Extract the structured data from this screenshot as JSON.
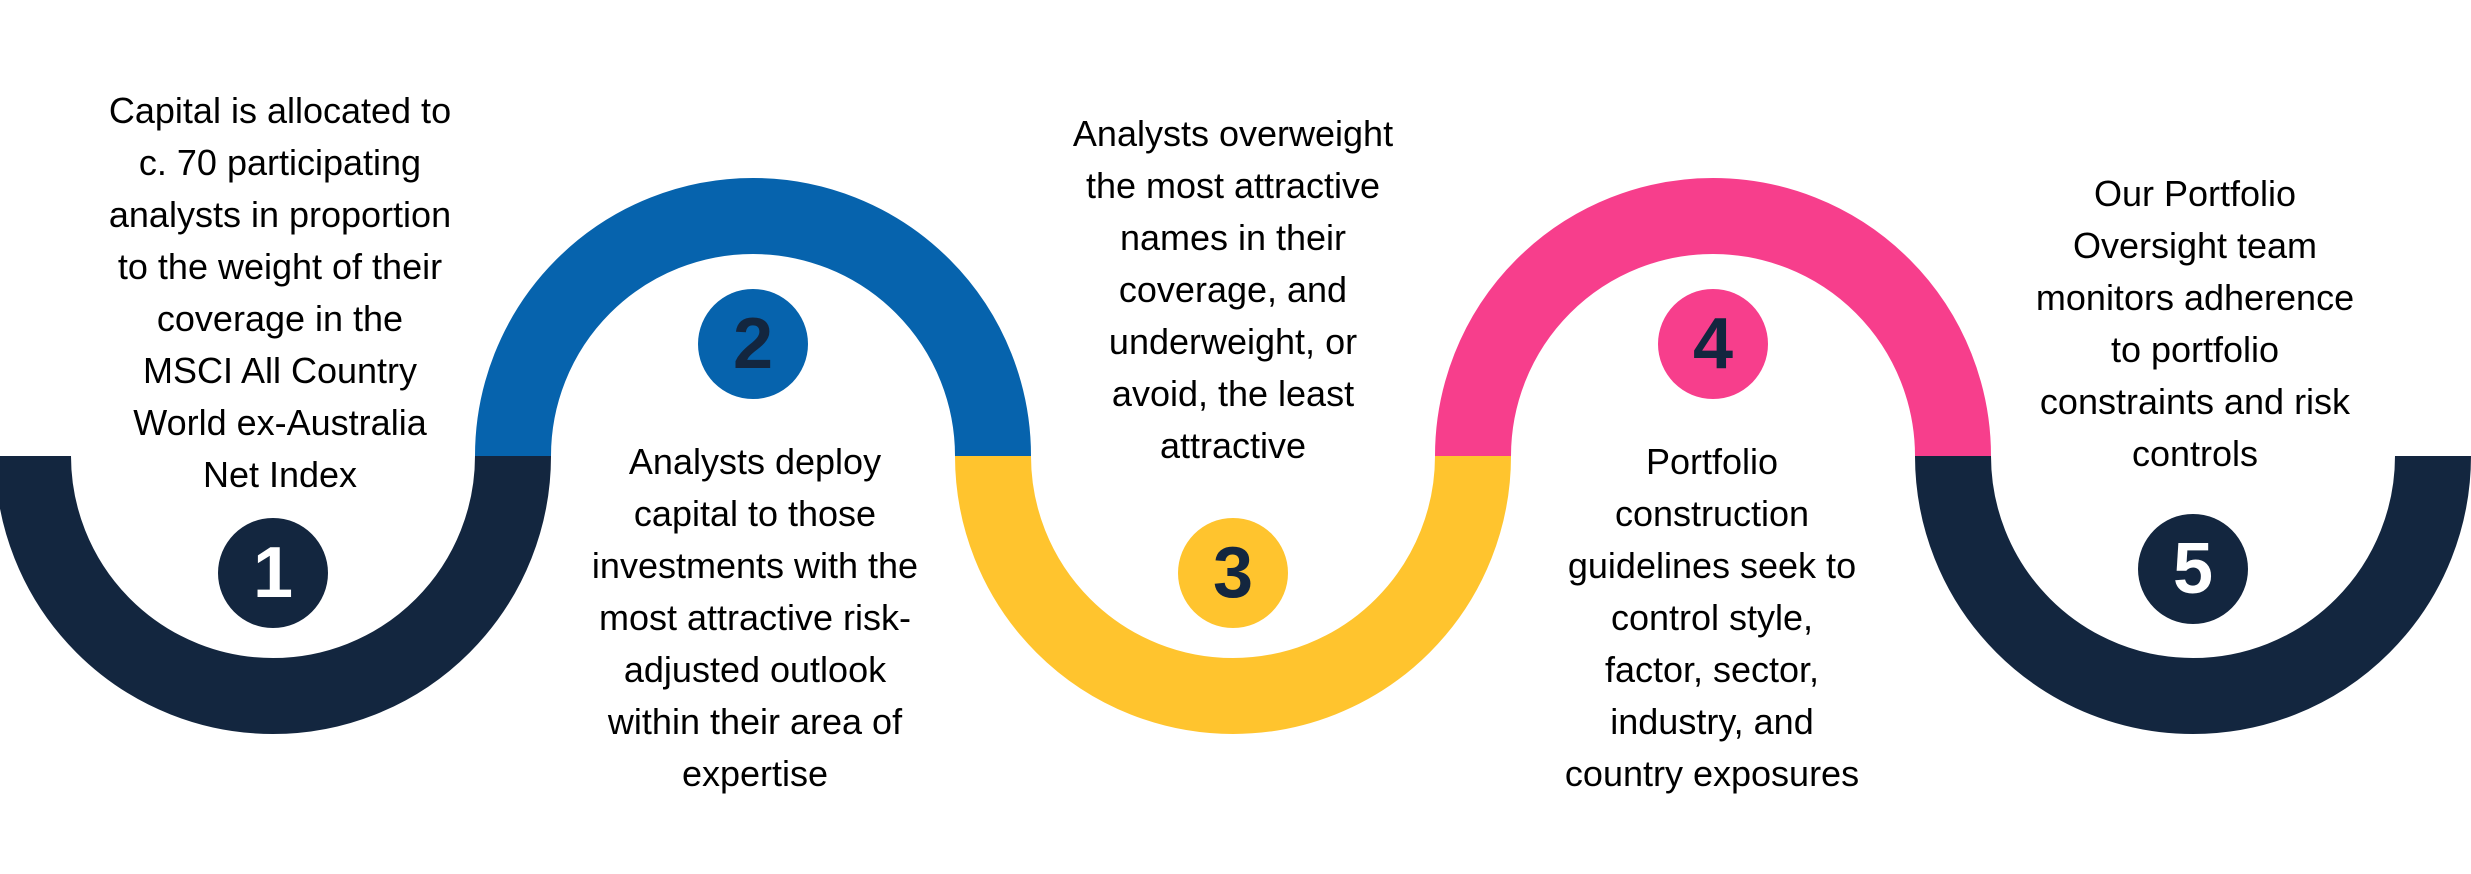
{
  "diagram": {
    "background_color": "#FFFFFF",
    "text_color": "#000000",
    "colors": {
      "navy": "#13263F",
      "blue": "#0663AD",
      "yellow": "#FFC42E",
      "pink": "#F73E8C"
    },
    "steps": [
      {
        "number": "1",
        "circle_color": "#13263F",
        "number_color": "#FFFFFF",
        "wave_position": "trough",
        "description": [
          "Capital is allocated to",
          "c. 70 participating",
          "analysts in proportion",
          "to the weight of their",
          "coverage in the",
          "MSCI All Country",
          "World ex-Australia",
          "Net Index"
        ]
      },
      {
        "number": "2",
        "circle_color": "#0663AD",
        "number_color": "#13263F",
        "wave_position": "crest",
        "description": [
          "Analysts deploy",
          "capital to those",
          "investments with the",
          "most attractive risk-",
          "adjusted outlook",
          "within their area of",
          "expertise"
        ]
      },
      {
        "number": "3",
        "circle_color": "#FFC42E",
        "number_color": "#13263F",
        "wave_position": "trough",
        "description": [
          "Analysts overweight",
          "the most attractive",
          "names in their",
          "coverage, and",
          "underweight, or",
          "avoid, the least",
          "attractive"
        ]
      },
      {
        "number": "4",
        "circle_color": "#F73E8C",
        "number_color": "#13263F",
        "wave_position": "crest",
        "description": [
          "Portfolio",
          "construction",
          "guidelines seek to",
          "control style,",
          "factor, sector,",
          "industry, and",
          "country exposures"
        ]
      },
      {
        "number": "5",
        "circle_color": "#13263F",
        "number_color": "#FFFFFF",
        "wave_position": "trough",
        "description": [
          "Our Portfolio",
          "Oversight team",
          "monitors adherence",
          "to portfolio",
          "constraints and risk",
          "controls"
        ]
      }
    ]
  }
}
